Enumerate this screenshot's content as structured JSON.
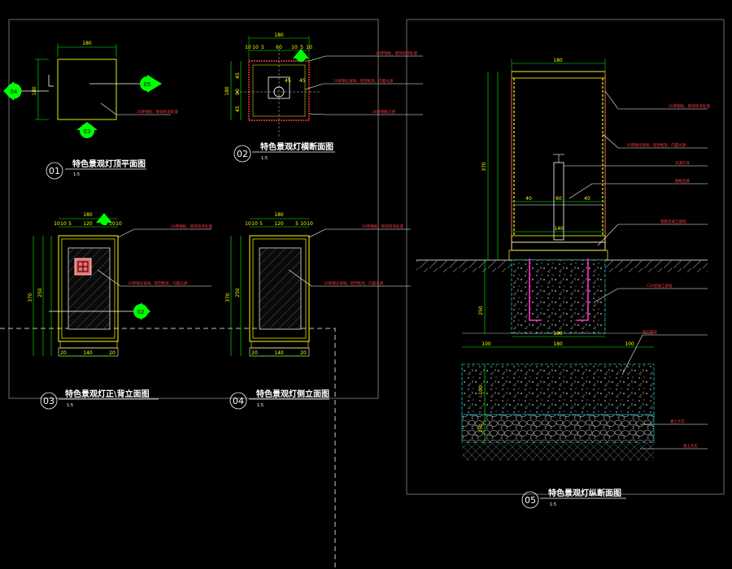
{
  "views": [
    {
      "number": "01",
      "title": "特色景观灯顶平面图",
      "scale": "1:5"
    },
    {
      "number": "02",
      "title": "特色景观灯横断面图",
      "scale": "1:5"
    },
    {
      "number": "03",
      "title": "特色景观灯正\\背立面图",
      "scale": "1:5"
    },
    {
      "number": "04",
      "title": "特色景观灯侧立面图",
      "scale": "1:5"
    },
    {
      "number": "05",
      "title": "特色景观灯纵断面图",
      "scale": "1:5"
    }
  ],
  "view_callouts": {
    "plan_left": "04",
    "plan_right": "05",
    "plan_bottom": "03",
    "elev_02": "02"
  },
  "dims": {
    "plan_top": "180",
    "plan_side": "180",
    "sec_top": "180",
    "sec_sub": [
      "10",
      "10",
      "5",
      "60",
      "10",
      "5",
      "10"
    ],
    "sec_mid": [
      "45",
      "90",
      "45"
    ],
    "elev_top": "180",
    "elev_sub": [
      "10",
      "10",
      "5",
      "120",
      "5",
      "10",
      "10"
    ],
    "elev_height": "370",
    "elev_inner": "250",
    "elev_bottom": [
      "20",
      "140",
      "20"
    ],
    "long_top": "180",
    "long_total": "370",
    "long_mid": [
      "40",
      "60",
      "40"
    ],
    "long_inner": "140",
    "long_found": "250",
    "long_base": [
      "180",
      "100",
      "180",
      "100"
    ],
    "long_gravel": "150"
  },
  "notes": {
    "plan": "20厚钢板，镀锌喷漆处理",
    "sec_1": "20厚钢板，镀锌喷漆处理",
    "sec_2": "10厚钢化玻璃，铝塑框架，内置光源",
    "sec_3": "20厚钢板方管",
    "elev_03_1": "20厚钢板，镀锌喷漆处理",
    "elev_03_2": "10厚钢化玻璃，铝塑框架，内置光源",
    "elev_04_1": "20厚钢板，镀锌喷漆处理",
    "elev_04_2": "10厚钢化玻璃，铝塑框架，内置光源",
    "long_1": "20厚钢板，镀锌喷漆处理",
    "long_2": "10厚钢化玻璃，铝塑框架，内置光源",
    "long_3": "光源灯具",
    "long_4": "钢板连接",
    "long_5": "钢筋混凝土基础",
    "long_6": "C20混凝土基础",
    "long_7": "碎石垫层",
    "long_8": "素土夯实"
  },
  "colors": {
    "background": "#000000",
    "dimension": "#00ff00",
    "outline": "#ffff00",
    "frame": "#ffffff",
    "callout": "#00ff00",
    "rebar": "#ff33cc",
    "section": "#ff3b3b",
    "concrete": "#00cccc"
  }
}
